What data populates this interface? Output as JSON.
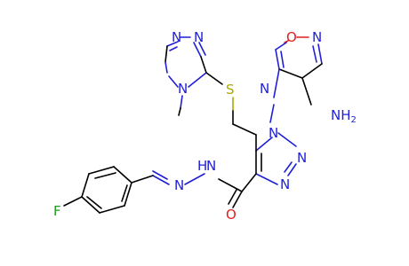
{
  "molecule": {
    "atoms": {
      "triazole_n1_top": "N",
      "triazole_n2_top": "N",
      "triazole_n4_methyl": "N",
      "sulfur": "S",
      "furazan_o": "O",
      "furazan_n_right": "N",
      "furazan_n_left": "N",
      "amino": "NH",
      "amino_sub": "2",
      "triazole1_n1": "N",
      "triazole1_n2": "N",
      "triazole1_n3": "N",
      "amide_nh": "H",
      "amide_n": "N",
      "hydrazone_n": "N",
      "carbonyl_o": "O",
      "fluorine": "F"
    },
    "colors": {
      "carbon_bond": "#000000",
      "nitrogen": "#1f1fd6",
      "oxygen": "#e01f1f",
      "sulfur": "#a9a900",
      "fluorine": "#1f9c1f"
    }
  }
}
